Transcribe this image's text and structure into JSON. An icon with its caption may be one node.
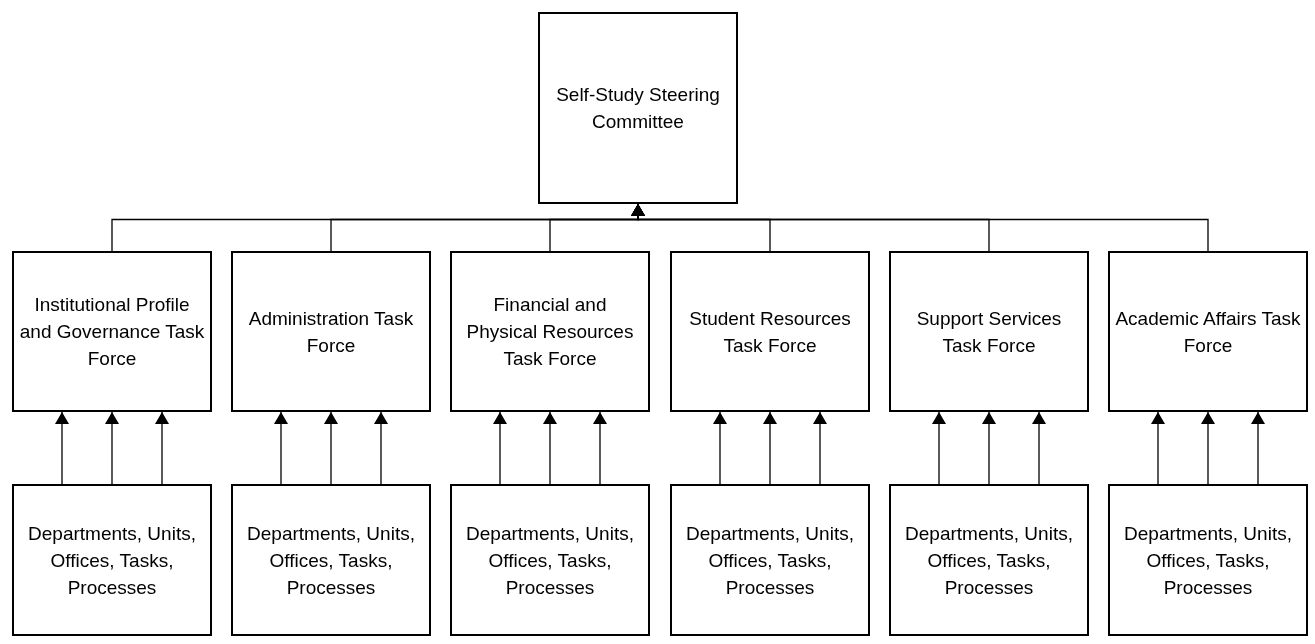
{
  "diagram": {
    "nodes": [
      {
        "text": [
          "Self-Study Steering Committee"
        ]
      },
      {
        "text": [
          "Institutional Profile and Governance Task Force"
        ]
      },
      {
        "text": [
          "Administration Task Force"
        ]
      },
      {
        "text": [
          "Financial and Physical Resources Task Force"
        ]
      },
      {
        "text": [
          "Student Resources Task Force"
        ]
      },
      {
        "text": [
          "Support Services Task Force"
        ]
      },
      {
        "text": [
          "Academic Affairs Task Force"
        ]
      },
      {
        "text": [
          "Departments, Units, Offices, Tasks, Processes"
        ]
      },
      {
        "text": [
          "Departments, Units, Offices, Tasks, Processes"
        ]
      },
      {
        "text": [
          "Departments, Units, Offices, Tasks, Processes"
        ]
      },
      {
        "text": [
          "Departments, Units, Offices, Tasks, Processes"
        ]
      },
      {
        "text": [
          "Departments, Units, Offices, Tasks, Processes"
        ]
      },
      {
        "text": [
          "Departments, Units, Offices, Tasks, Processes"
        ]
      }
    ],
    "edges": [
      {
        "from": 1,
        "to": 0,
        "arrow": "to"
      },
      {
        "from": 2,
        "to": 0,
        "arrow": "to"
      },
      {
        "from": 3,
        "to": 0,
        "arrow": "to"
      },
      {
        "from": 4,
        "to": 0,
        "arrow": "to"
      },
      {
        "from": 5,
        "to": 0,
        "arrow": "to"
      },
      {
        "from": 6,
        "to": 0,
        "arrow": "to"
      },
      {
        "from": 7,
        "to": 1,
        "arrow": "to"
      },
      {
        "from": 7,
        "to": 1,
        "arrow": "to"
      },
      {
        "from": 7,
        "to": 1,
        "arrow": "to"
      },
      {
        "from": 8,
        "to": 2,
        "arrow": "to"
      },
      {
        "from": 8,
        "to": 2,
        "arrow": "to"
      },
      {
        "from": 8,
        "to": 2,
        "arrow": "to"
      },
      {
        "from": 9,
        "to": 3,
        "arrow": "to"
      },
      {
        "from": 9,
        "to": 3,
        "arrow": "to"
      },
      {
        "from": 9,
        "to": 3,
        "arrow": "to"
      },
      {
        "from": 10,
        "to": 4,
        "arrow": "to"
      },
      {
        "from": 10,
        "to": 4,
        "arrow": "to"
      },
      {
        "from": 10,
        "to": 4,
        "arrow": "to"
      },
      {
        "from": 11,
        "to": 5,
        "arrow": "to"
      },
      {
        "from": 11,
        "to": 5,
        "arrow": "to"
      },
      {
        "from": 11,
        "to": 5,
        "arrow": "to"
      },
      {
        "from": 12,
        "to": 6,
        "arrow": "to"
      },
      {
        "from": 12,
        "to": 6,
        "arrow": "to"
      },
      {
        "from": 12,
        "to": 6,
        "arrow": "to"
      }
    ]
  }
}
